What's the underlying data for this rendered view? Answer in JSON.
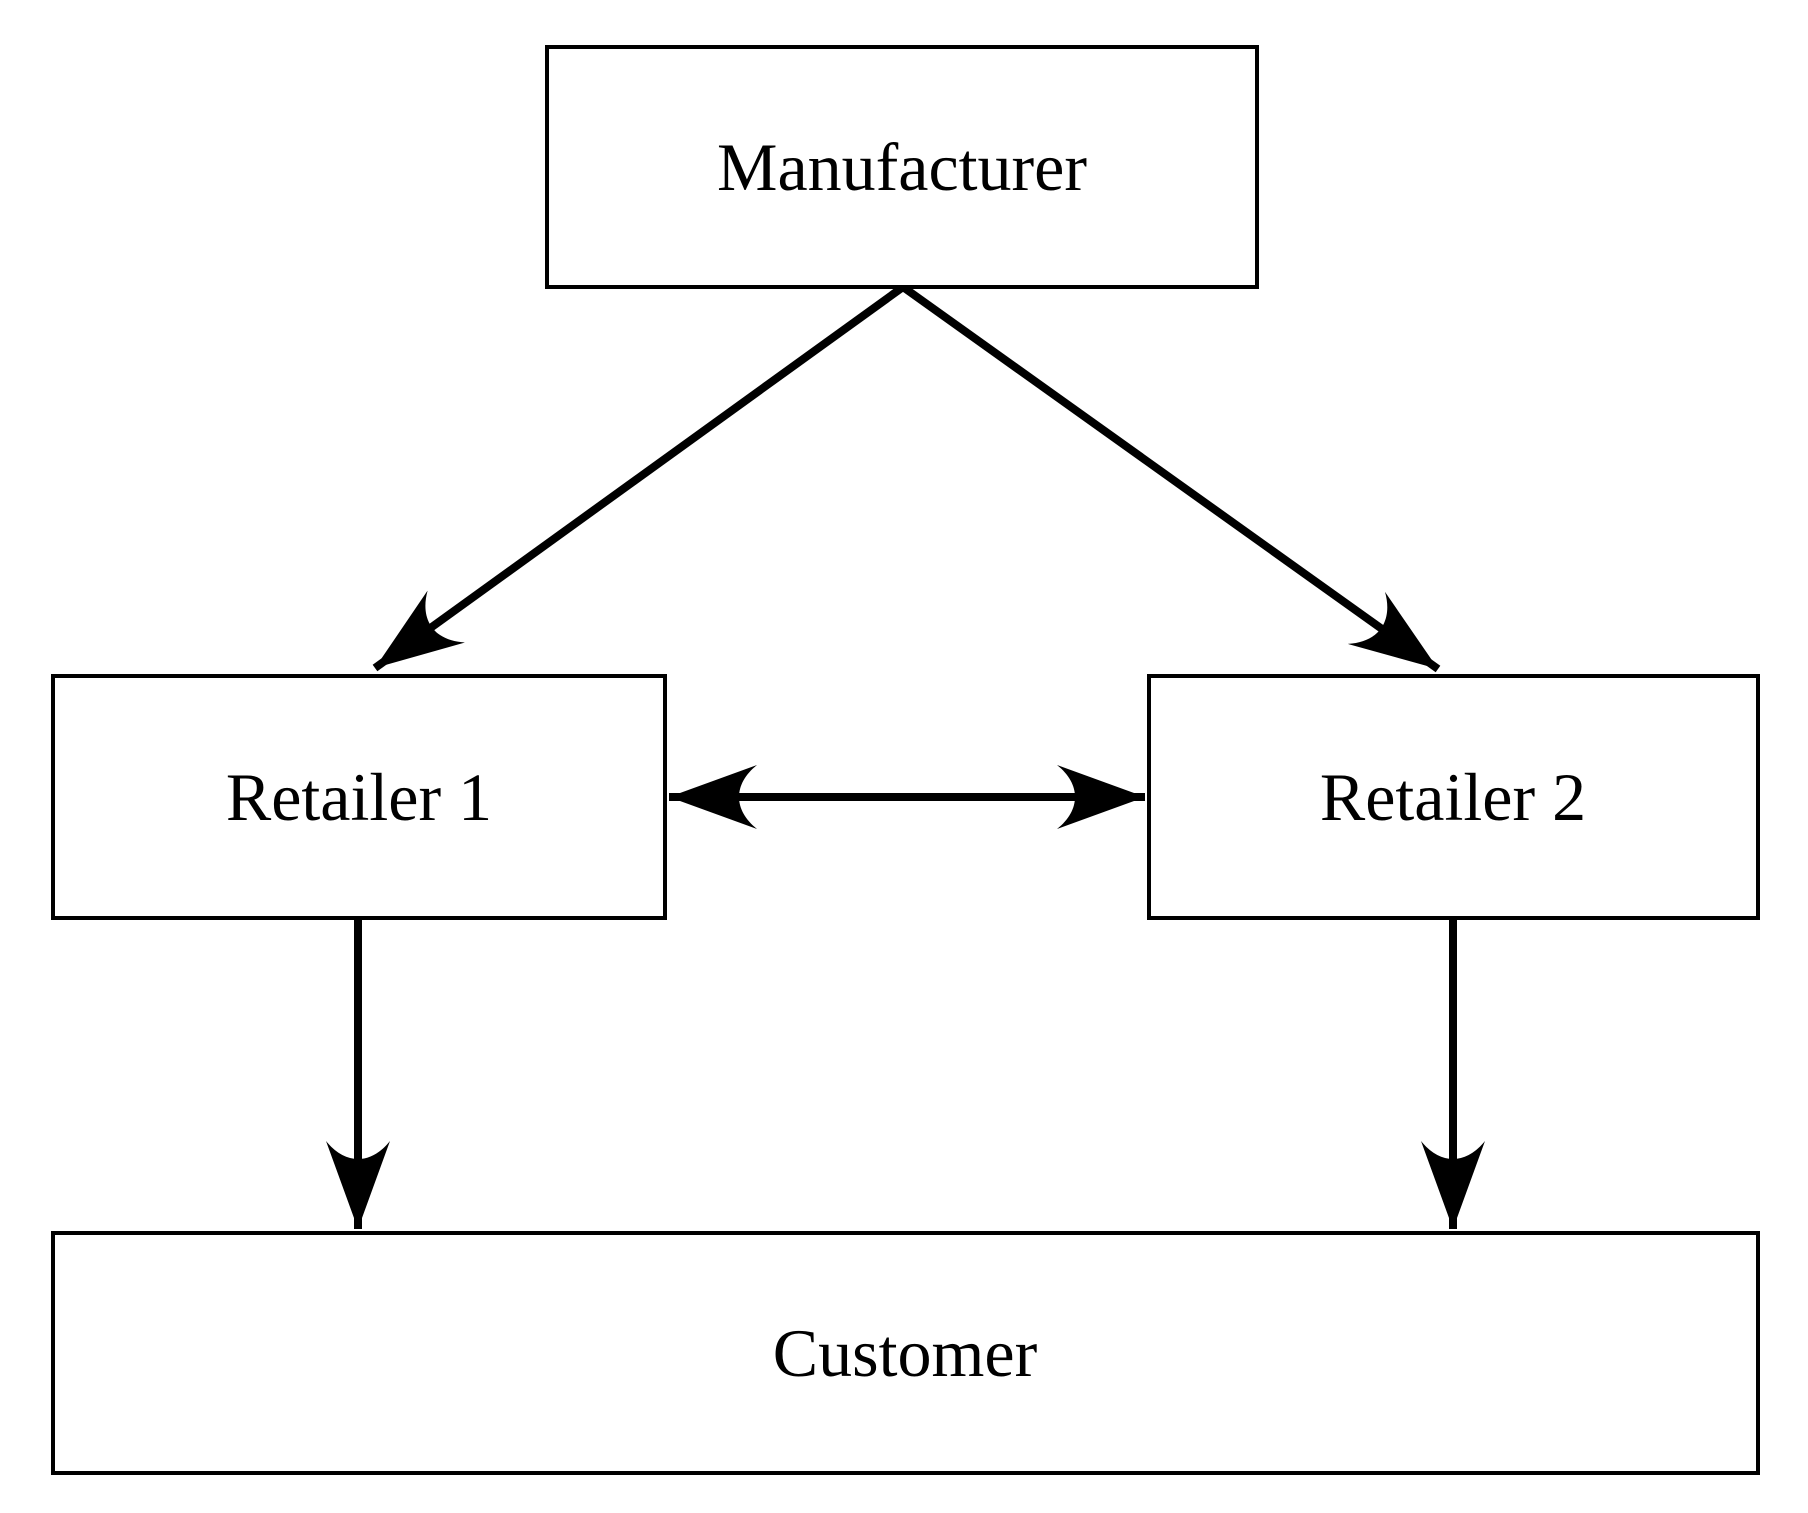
{
  "diagram": {
    "background_color": "#ffffff",
    "line_color": "#000000",
    "box_fill_color": "#ffffff",
    "nodes": {
      "manufacturer": {
        "label": "Manufacturer"
      },
      "retailer1": {
        "label": "Retailer 1"
      },
      "retailer2": {
        "label": "Retailer 2"
      },
      "customer": {
        "label": "Customer"
      }
    },
    "edges": [
      {
        "from": "Manufacturer",
        "to": "Retailer 1",
        "style": "single-arrow"
      },
      {
        "from": "Manufacturer",
        "to": "Retailer 2",
        "style": "single-arrow"
      },
      {
        "from": "Retailer 1",
        "to": "Retailer 2",
        "style": "double-arrow"
      },
      {
        "from": "Retailer 1",
        "to": "Customer",
        "style": "single-arrow"
      },
      {
        "from": "Retailer 2",
        "to": "Customer",
        "style": "single-arrow"
      }
    ]
  }
}
